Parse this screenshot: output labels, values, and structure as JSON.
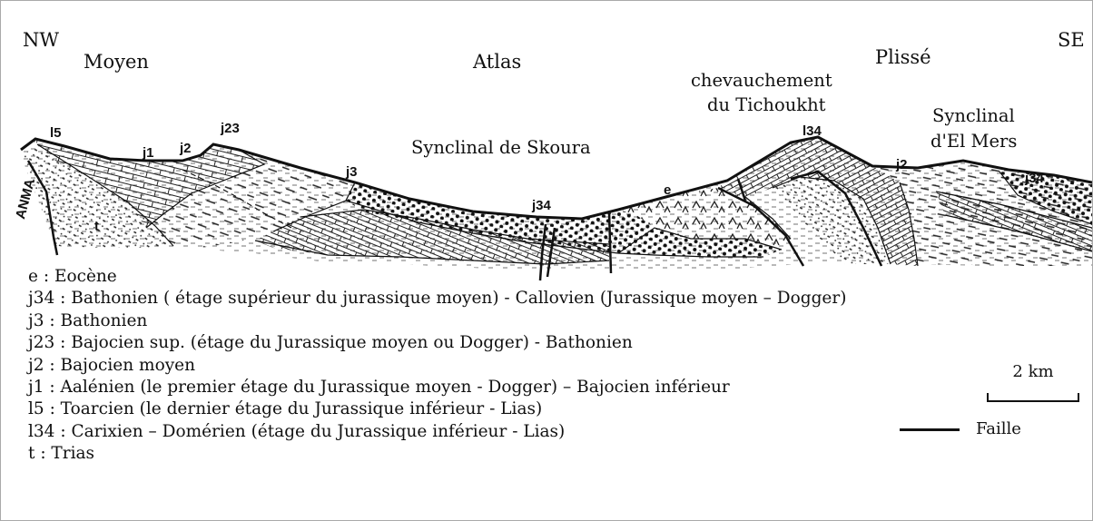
{
  "orientation": {
    "left": "NW",
    "right": "SE"
  },
  "region_title": {
    "word1": "Moyen",
    "word2": "Atlas",
    "word3": "Plissé"
  },
  "structures": {
    "skoura": "Synclinal de Skoura",
    "thrust_line1": "chevauchement",
    "thrust_line2": "du Tichoukht",
    "elmers_line1": "Synclinal",
    "elmers_line2": "d'El Mers",
    "fault_name": "ANMA"
  },
  "units_on_section": [
    "l5",
    "j1",
    "j2",
    "j23",
    "j3",
    "t",
    "j34",
    "e",
    "l34",
    "j2",
    "j34"
  ],
  "legend": [
    "e : Eocène",
    "j34 : Bathonien ( étage supérieur du jurassique moyen) - Callovien (Jurassique moyen – Dogger)",
    "j3 : Bathonien",
    "j23 : Bajocien sup. (étage du Jurassique moyen ou Dogger) - Bathonien",
    "j2 : Bajocien moyen",
    "j1 : Aalénien (le premier étage du Jurassique moyen - Dogger) – Bajocien inférieur",
    "l5 : Toarcien (le dernier étage du Jurassique inférieur - Lias)",
    "l34 : Carixien – Domérien (étage du Jurassique inférieur - Lias)",
    "t : Trias"
  ],
  "scale": {
    "label": "2 km"
  },
  "fault_key": {
    "label": "Faille"
  },
  "colors": {
    "ink": "#111111",
    "frame": "#a9a9a9"
  }
}
